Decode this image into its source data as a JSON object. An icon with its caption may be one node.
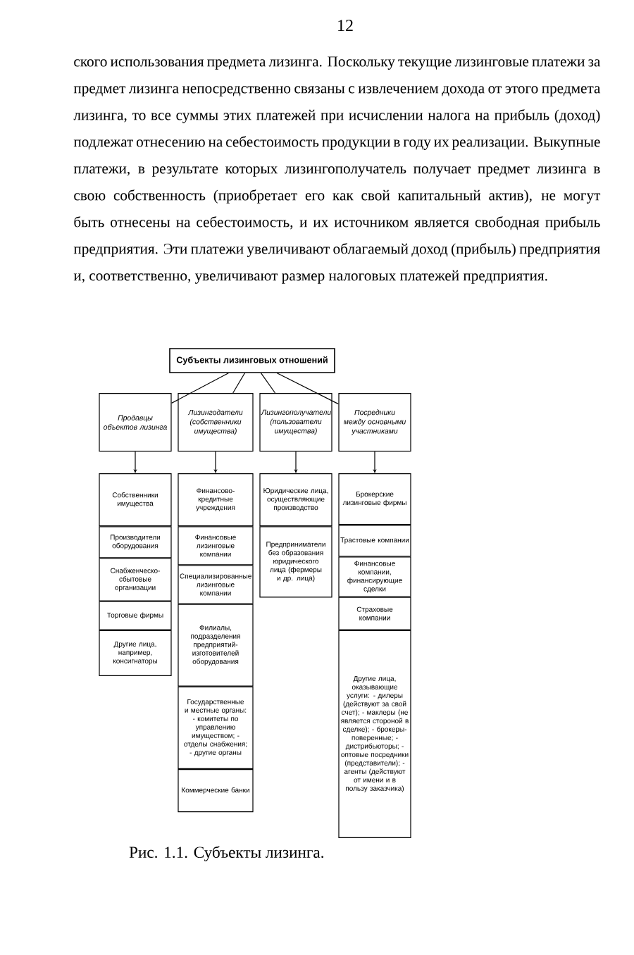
{
  "diagram": {
    "caption": "Рис. 1.1. Субъекты лизинга.",
    "nodes": [
      {
        "text": [
          "Субъекты лизинговых отношений"
        ]
      },
      {
        "text": [
          "Продавцы объектов лизинга"
        ]
      },
      {
        "text": [
          "Лизингодатели (собственники имущества)"
        ]
      },
      {
        "text": [
          "Лизингополучатели (пользователи имущества)"
        ]
      },
      {
        "text": [
          "Посредники между основными участниками"
        ]
      },
      {
        "text": [
          "Собственники имущества"
        ]
      },
      {
        "text": [
          "Производители оборудования"
        ]
      },
      {
        "text": [
          "Снабженческо-сбытовые организации"
        ]
      },
      {
        "text": [
          "Торговые фирмы"
        ]
      },
      {
        "text": [
          "Другие лица, например, консигнаторы"
        ]
      },
      {
        "text": [
          "Финансово-кредитные учреждения"
        ]
      },
      {
        "text": [
          "Финансовые лизинговые компании"
        ]
      },
      {
        "text": [
          "Специализированные лизинговые компании"
        ]
      },
      {
        "text": [
          "Филиалы, подразделения предприятий-изготовителей оборудования"
        ]
      },
      {
        "text": [
          "Государственные и местные органы: - комитеты по управлению имуществом; - отделы снабжения; - другие органы"
        ]
      },
      {
        "text": [
          "Коммерческие банки"
        ]
      },
      {
        "text": [
          "Юридические лица, осуществляющие производство"
        ]
      },
      {
        "text": [
          "Предприниматели без образования юридического лица (фермеры и др. лица)"
        ]
      },
      {
        "text": [
          "Брокерские лизинговые фирмы"
        ]
      },
      {
        "text": [
          "Трастовые компании"
        ]
      },
      {
        "text": [
          "Финансовые компании, финансирующие сделки"
        ]
      },
      {
        "text": [
          "Страховые компании"
        ]
      },
      {
        "text": [
          "Другие лица, оказывающие услуги: - дилеры (действуют за свой счет); - маклеры (не является стороной в сделке); - брокеры-поверенные; - дистрибьюторы; - оптовые посредники (представители); - агенты (действуют от имени и в пользу заказчика)"
        ]
      }
    ],
    "edges": [
      {
        "from": 0,
        "to": 1,
        "arrow": "none"
      },
      {
        "from": 0,
        "to": 2,
        "arrow": "none"
      },
      {
        "from": 0,
        "to": 3,
        "arrow": "none"
      },
      {
        "from": 0,
        "to": 4,
        "arrow": "none"
      },
      {
        "from": 1,
        "to": 5,
        "arrow": "to"
      },
      {
        "from": 2,
        "to": 10,
        "arrow": "to"
      },
      {
        "from": 3,
        "to": 16,
        "arrow": "to"
      },
      {
        "from": 4,
        "to": 18,
        "arrow": "to"
      }
    ],
    "labels": [
      "12",
      "ского использования предмета лизинга. Поскольку текущие лизинговые платежи за предмет лизинга непосредственно связаны с извлечением дохода от этого предмета лизинга, то все суммы этих платежей при исчислении налога на прибыль (доход) подлежат отнесению на себестоимость продукции в году их реализации. Выкупные платежи, в результате которых лизингополучатель получает предмет лизинга в свою собственность (приобретает его как свой капитальный актив), не могут быть отнесены на себестоимость, и их источником является свободная прибыль предприятия. Эти платежи увеличивают облагаемый доход (прибыль) предприятия и, соответственно, увеличивают размер налоговых платежей предприятия."
    ]
  }
}
